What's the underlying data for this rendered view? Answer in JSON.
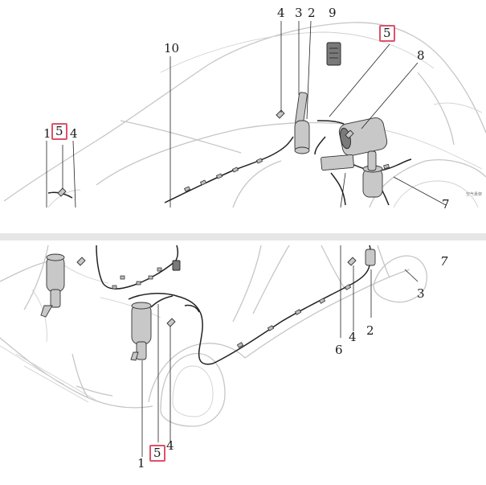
{
  "figure": {
    "top_panel": {
      "callouts": [
        {
          "id": "t1",
          "text": "1",
          "highlight": false
        },
        {
          "id": "t5a",
          "text": "5",
          "highlight": true
        },
        {
          "id": "t4a",
          "text": "4",
          "highlight": false
        },
        {
          "id": "t10",
          "text": "10",
          "highlight": false
        },
        {
          "id": "t4b",
          "text": "4",
          "highlight": false
        },
        {
          "id": "t3",
          "text": "3",
          "highlight": false
        },
        {
          "id": "t2",
          "text": "2",
          "highlight": false
        },
        {
          "id": "t9",
          "text": "9",
          "highlight": false
        },
        {
          "id": "t5b",
          "text": "5",
          "highlight": true
        },
        {
          "id": "t8",
          "text": "8",
          "highlight": false
        },
        {
          "id": "t7",
          "text": "7",
          "highlight": false
        }
      ],
      "side_note": "空气悬架"
    },
    "bottom_panel": {
      "callouts": [
        {
          "id": "b7",
          "text": "7",
          "highlight": false
        },
        {
          "id": "b3",
          "text": "3",
          "highlight": false
        },
        {
          "id": "b2",
          "text": "2",
          "highlight": false
        },
        {
          "id": "b4a",
          "text": "4",
          "highlight": false
        },
        {
          "id": "b6",
          "text": "6",
          "highlight": false
        },
        {
          "id": "b4b",
          "text": "4",
          "highlight": false
        },
        {
          "id": "b1",
          "text": "1",
          "highlight": false
        },
        {
          "id": "b5",
          "text": "5",
          "highlight": true
        }
      ]
    },
    "colors": {
      "highlight": "#e0506a",
      "line": "#222222",
      "car_outline": "#c6c6c6"
    }
  }
}
